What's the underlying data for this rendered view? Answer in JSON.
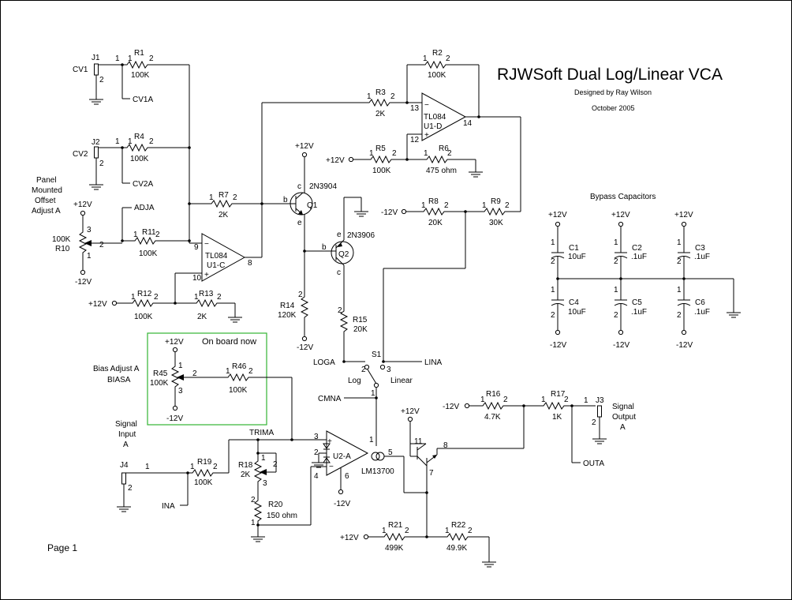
{
  "title": {
    "main": "RJWSoft Dual Log/Linear VCA",
    "designer": "Designed by Ray Wilson",
    "date": "October 2005"
  },
  "page": "Page 1",
  "bypass_title": "Bypass Capacitors",
  "onboard_note": "On board now",
  "rails": {
    "pos": "+12V",
    "neg": "-12V"
  },
  "jacks": {
    "j1": {
      "ref": "J1",
      "net": "CV1",
      "tap": "CV1A"
    },
    "j2": {
      "ref": "J2",
      "net": "CV2",
      "tap": "CV2A"
    },
    "j3": {
      "ref": "J3",
      "l1": "Signal",
      "l2": "Output",
      "l3": "A",
      "tap": "OUTA"
    },
    "j4": {
      "ref": "J4",
      "l1": "Signal",
      "l2": "Input",
      "l3": "A",
      "tap": "INA"
    }
  },
  "offset": {
    "l1": "Panel",
    "l2": "Mounted",
    "l3": "Offset",
    "l4": "Adjust A",
    "net": "ADJA"
  },
  "bias": {
    "l1": "Bias Adjust A",
    "l2": "BIASA"
  },
  "resistors": {
    "r1": {
      "ref": "R1",
      "val": "100K"
    },
    "r2": {
      "ref": "R2",
      "val": "100K"
    },
    "r3": {
      "ref": "R3",
      "val": "2K"
    },
    "r4": {
      "ref": "R4",
      "val": "100K"
    },
    "r5": {
      "ref": "R5",
      "val": "100K"
    },
    "r6": {
      "ref": "R6",
      "val": "475 ohm"
    },
    "r7": {
      "ref": "R7",
      "val": "2K"
    },
    "r8": {
      "ref": "R8",
      "val": "20K"
    },
    "r9": {
      "ref": "R9",
      "val": "30K"
    },
    "r10": {
      "ref": "R10",
      "val": "100K"
    },
    "r11": {
      "ref": "R11",
      "val": "100K"
    },
    "r12": {
      "ref": "R12",
      "val": "100K"
    },
    "r13": {
      "ref": "R13",
      "val": "2K"
    },
    "r14": {
      "ref": "R14",
      "val": "120K"
    },
    "r15": {
      "ref": "R15",
      "val": "20K"
    },
    "r16": {
      "ref": "R16",
      "val": "4.7K"
    },
    "r17": {
      "ref": "R17",
      "val": "1K"
    },
    "r18": {
      "ref": "R18",
      "val": "2K"
    },
    "r19": {
      "ref": "R19",
      "val": "100K"
    },
    "r20": {
      "ref": "R20",
      "val": "150 ohm"
    },
    "r21": {
      "ref": "R21",
      "val": "499K"
    },
    "r22": {
      "ref": "R22",
      "val": "49.9K"
    },
    "r45": {
      "ref": "R45",
      "val": "100K"
    },
    "r46": {
      "ref": "R46",
      "val": "100K"
    }
  },
  "capacitors": [
    {
      "ref": "C1",
      "val": "10uF"
    },
    {
      "ref": "C2",
      "val": ".1uF"
    },
    {
      "ref": "C3",
      "val": ".1uF"
    },
    {
      "ref": "C4",
      "val": "10uF"
    },
    {
      "ref": "C5",
      "val": ".1uF"
    },
    {
      "ref": "C6",
      "val": ".1uF"
    }
  ],
  "transistors": {
    "q1": {
      "ref": "Q1",
      "part": "2N3904"
    },
    "q2": {
      "ref": "Q2",
      "part": "2N3906"
    }
  },
  "opamps": {
    "u1d": {
      "part": "TL084",
      "ref": "U1-D"
    },
    "u1c": {
      "part": "TL084",
      "ref": "U1-C"
    },
    "u2a": {
      "part": "LM13700",
      "ref": "U2-A"
    }
  },
  "switch": {
    "ref": "S1",
    "log": "Log",
    "linear": "Linear",
    "loga": "LOGA",
    "lina": "LINA",
    "cmna": "CMNA"
  },
  "trim": "TRIMA"
}
